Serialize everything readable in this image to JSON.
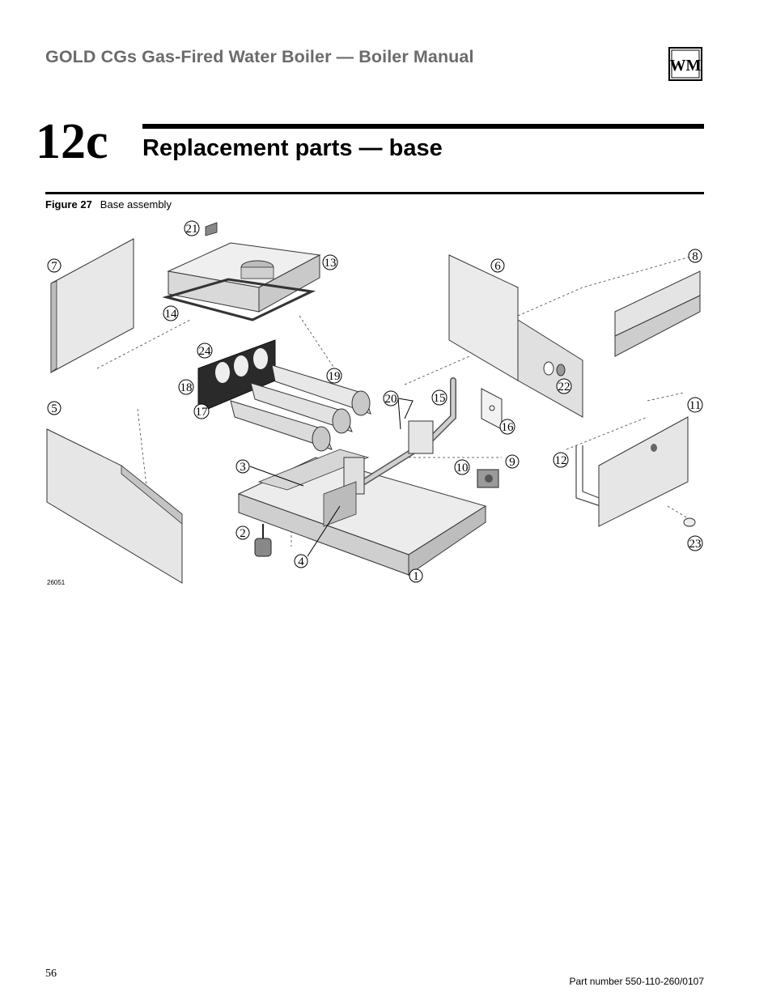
{
  "header": {
    "title": "GOLD CGs Gas-Fired Water Boiler — Boiler Manual",
    "logo_text": "WM"
  },
  "section": {
    "number": "12c",
    "title": "Replacement parts — base"
  },
  "figure": {
    "label": "Figure 27",
    "caption": "Base assembly",
    "drawing_ref": "26051",
    "callouts": [
      "1",
      "2",
      "3",
      "4",
      "5",
      "6",
      "7",
      "8",
      "9",
      "10",
      "11",
      "12",
      "13",
      "14",
      "15",
      "16",
      "17",
      "18",
      "19",
      "20",
      "21",
      "22",
      "23",
      "24"
    ]
  },
  "footer": {
    "page_number": "56",
    "part_number": "Part number 550-110-260/0107"
  }
}
